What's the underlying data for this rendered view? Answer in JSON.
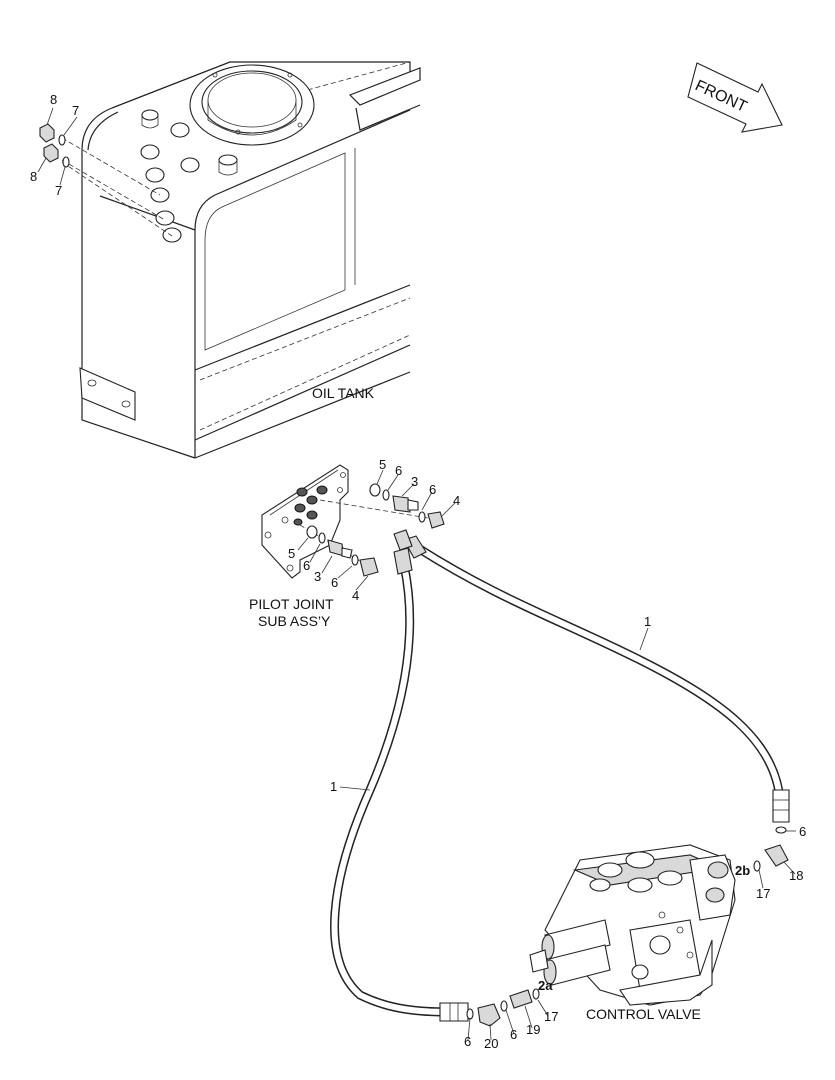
{
  "front_arrow": {
    "label": "FRONT"
  },
  "captions": {
    "oil_tank": "OIL TANK",
    "pilot_joint_line1": "PILOT JOINT",
    "pilot_joint_line2": "SUB ASS’Y",
    "control_valve": "CONTROL VALVE"
  },
  "callouts": {
    "tank_plug_upper": "8",
    "tank_plug_lower": "8",
    "tank_oring_upper": "7",
    "tank_oring_lower": "7",
    "pj_upper_5": "5",
    "pj_upper_6a": "6",
    "pj_upper_3": "3",
    "pj_upper_6b": "6",
    "pj_upper_4": "4",
    "pj_lower_5": "5",
    "pj_lower_6a": "6",
    "pj_lower_3": "3",
    "pj_lower_6b": "6",
    "pj_lower_4": "4",
    "hose_right": "1",
    "hose_left": "1",
    "cv_2b": "2b",
    "cv_6_top": "6",
    "cv_17_top": "17",
    "cv_18": "18",
    "cv_2a": "2a",
    "cv_17_bottom": "17",
    "cv_19": "19",
    "cv_6_bottom": "6",
    "cv_6_left": "6",
    "cv_20": "20"
  }
}
